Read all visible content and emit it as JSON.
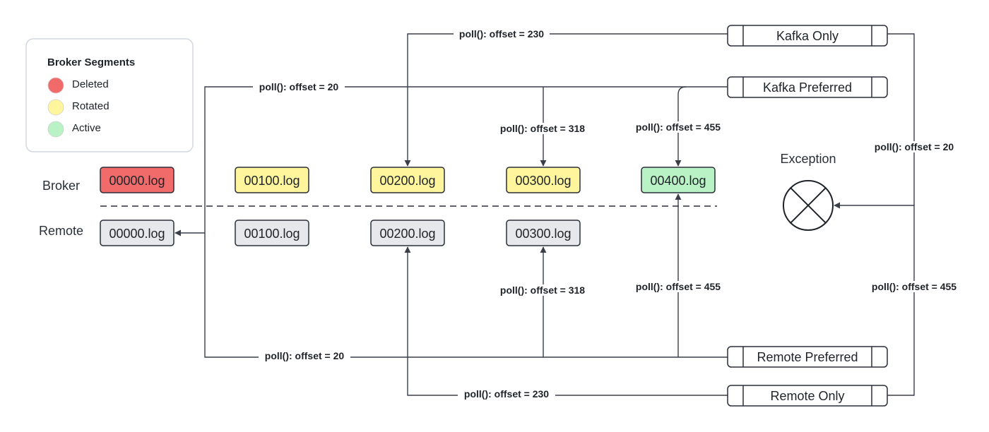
{
  "legend": {
    "title": "Broker Segments",
    "items": [
      {
        "label": "Deleted",
        "color": "#f26b6b"
      },
      {
        "label": "Rotated",
        "color": "#fff59d"
      },
      {
        "label": "Active",
        "color": "#b9f2c5"
      }
    ]
  },
  "rows": {
    "broker": "Broker",
    "remote": "Remote"
  },
  "broker_segments": [
    {
      "label": "00000.log",
      "status": "Deleted",
      "color": "#f26b6b"
    },
    {
      "label": "00100.log",
      "status": "Rotated",
      "color": "#fff59d"
    },
    {
      "label": "00200.log",
      "status": "Rotated",
      "color": "#fff59d"
    },
    {
      "label": "00300.log",
      "status": "Rotated",
      "color": "#fff59d"
    },
    {
      "label": "00400.log",
      "status": "Active",
      "color": "#b9f2c5"
    }
  ],
  "remote_segments": [
    {
      "label": "00000.log",
      "color": "#e6e8ec"
    },
    {
      "label": "00100.log",
      "color": "#e6e8ec"
    },
    {
      "label": "00200.log",
      "color": "#e6e8ec"
    },
    {
      "label": "00300.log",
      "color": "#e6e8ec"
    }
  ],
  "processes": {
    "kafka_only": "Kafka Only",
    "kafka_preferred": "Kafka Preferred",
    "remote_preferred": "Remote Preferred",
    "remote_only": "Remote Only"
  },
  "exception": {
    "label": "Exception"
  },
  "polls": {
    "kafka_only_230": "poll(): offset = 230",
    "kafka_only_20": "poll(): offset = 20",
    "kafka_pref_20": "poll(): offset = 20",
    "kafka_pref_318": "poll(): offset = 318",
    "kafka_pref_455": "poll(): offset = 455",
    "remote_pref_318": "poll(): offset = 318",
    "remote_pref_455": "poll(): offset = 455",
    "remote_pref_20": "poll(): offset = 20",
    "remote_only_455": "poll(): offset = 455",
    "remote_only_230": "poll(): offset = 230"
  }
}
